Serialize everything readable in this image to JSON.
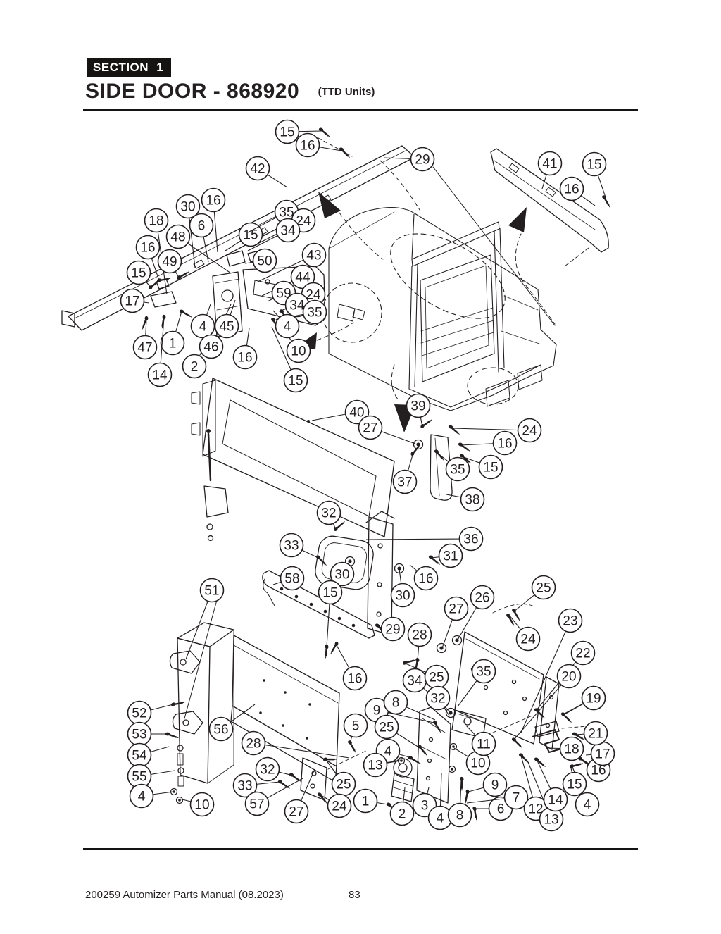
{
  "header": {
    "section_badge": "SECTION 1",
    "title": "SIDE DOOR - 868920",
    "subtitle": "(TTD Units)"
  },
  "footer": {
    "left_text": "200259 Automizer Parts Manual (08.2023)",
    "page_number": "83"
  },
  "diagram": {
    "ink_color": "#231f20",
    "balloon_radius": 16.5,
    "callouts": [
      [
        15,
        408,
        187,
        456,
        186
      ],
      [
        16,
        437,
        206,
        485,
        214
      ],
      [
        42,
        366,
        239,
        408,
        266
      ],
      [
        29,
        600,
        226,
        545,
        224
      ],
      [
        41,
        781,
        232,
        770,
        268
      ],
      [
        15,
        844,
        233,
        860,
        280
      ],
      [
        16,
        812,
        268,
        845,
        292
      ],
      [
        30,
        267,
        293,
        277,
        380
      ],
      [
        16,
        303,
        284,
        309,
        358
      ],
      [
        18,
        222,
        313,
        237,
        418
      ],
      [
        6,
        286,
        320,
        296,
        372
      ],
      [
        48,
        253,
        336,
        328,
        388
      ],
      [
        16,
        210,
        351,
        226,
        398
      ],
      [
        49,
        241,
        371,
        254,
        394
      ],
      [
        15,
        197,
        387,
        214,
        408
      ],
      [
        17,
        188,
        427,
        212,
        430
      ],
      [
        15,
        356,
        333,
        320,
        356
      ],
      [
        35,
        407,
        301,
        352,
        330
      ],
      [
        24,
        431,
        313,
        362,
        348
      ],
      [
        34,
        409,
        327,
        352,
        356
      ],
      [
        50,
        376,
        370,
        348,
        374
      ],
      [
        43,
        446,
        362,
        366,
        400
      ],
      [
        44,
        430,
        393,
        372,
        420
      ],
      [
        59,
        403,
        416,
        380,
        428
      ],
      [
        24,
        445,
        418,
        402,
        440
      ],
      [
        34,
        422,
        433,
        396,
        442
      ],
      [
        35,
        447,
        443,
        402,
        452
      ],
      [
        47,
        206,
        493,
        208,
        452
      ],
      [
        1,
        245,
        487,
        258,
        442
      ],
      [
        14,
        227,
        532,
        233,
        450
      ],
      [
        2,
        276,
        520,
        308,
        456
      ],
      [
        4,
        288,
        463,
        299,
        432
      ],
      [
        46,
        300,
        492,
        328,
        432
      ],
      [
        45,
        322,
        463,
        334,
        426
      ],
      [
        16,
        348,
        507,
        354,
        466
      ],
      [
        10,
        424,
        498,
        392,
        453
      ],
      [
        15,
        420,
        540,
        386,
        464
      ],
      [
        4,
        408,
        463,
        388,
        441
      ],
      [
        40,
        507,
        585,
        443,
        597
      ],
      [
        39,
        594,
        576,
        600,
        606
      ],
      [
        27,
        526,
        607,
        590,
        630
      ],
      [
        24,
        752,
        611,
        642,
        608
      ],
      [
        16,
        717,
        629,
        654,
        632
      ],
      [
        35,
        650,
        666,
        620,
        642
      ],
      [
        15,
        697,
        663,
        656,
        648
      ],
      [
        37,
        575,
        684,
        586,
        646
      ],
      [
        38,
        671,
        709,
        634,
        702
      ],
      [
        32,
        467,
        728,
        477,
        752
      ],
      [
        33,
        414,
        774,
        452,
        792
      ],
      [
        36,
        669,
        765,
        520,
        766
      ],
      [
        31,
        640,
        789,
        612,
        792
      ],
      [
        30,
        486,
        815,
        496,
        798
      ],
      [
        16,
        605,
        821,
        582,
        802
      ],
      [
        30,
        572,
        845,
        567,
        808
      ],
      [
        58,
        415,
        821,
        388,
        830
      ],
      [
        15,
        469,
        841,
        464,
        918
      ],
      [
        51,
        301,
        838,
        264,
        936
      ],
      [
        29,
        558,
        893,
        538,
        890
      ],
      [
        28,
        596,
        901,
        593,
        938
      ],
      [
        26,
        685,
        848,
        649,
        910
      ],
      [
        27,
        648,
        864,
        628,
        920
      ],
      [
        25,
        772,
        834,
        730,
        868
      ],
      [
        24,
        750,
        907,
        723,
        873
      ],
      [
        23,
        810,
        881,
        740,
        1040
      ],
      [
        22,
        828,
        927,
        762,
        1008
      ],
      [
        20,
        808,
        960,
        730,
        1050
      ],
      [
        19,
        843,
        991,
        800,
        1014
      ],
      [
        34,
        589,
        966,
        640,
        1011
      ],
      [
        25,
        620,
        961,
        576,
        942
      ],
      [
        35,
        687,
        953,
        650,
        1003
      ],
      [
        32,
        622,
        991,
        638,
        1016
      ],
      [
        16,
        504,
        963,
        478,
        916
      ],
      [
        52,
        198,
        1012,
        246,
        1000
      ],
      [
        53,
        198,
        1042,
        238,
        1042
      ],
      [
        54,
        198,
        1072,
        240,
        1060
      ],
      [
        55,
        198,
        1102,
        248,
        1094
      ],
      [
        4,
        201,
        1130,
        246,
        1124
      ],
      [
        10,
        287,
        1142,
        255,
        1134
      ],
      [
        56,
        314,
        1035,
        362,
        1000
      ],
      [
        28,
        360,
        1055,
        496,
        1076
      ],
      [
        32,
        380,
        1092,
        412,
        1100
      ],
      [
        33,
        348,
        1115,
        397,
        1110
      ],
      [
        57,
        365,
        1141,
        430,
        1105
      ],
      [
        27,
        421,
        1152,
        447,
        1092
      ],
      [
        25,
        488,
        1113,
        463,
        1079
      ],
      [
        24,
        482,
        1144,
        454,
        1128
      ],
      [
        5,
        505,
        1030,
        497,
        1054
      ],
      [
        9,
        535,
        1008,
        616,
        1026
      ],
      [
        8,
        562,
        997,
        618,
        1022
      ],
      [
        25,
        549,
        1032,
        595,
        1061
      ],
      [
        4,
        551,
        1066,
        581,
        1075
      ],
      [
        13,
        533,
        1086,
        569,
        1080
      ],
      [
        1,
        519,
        1137,
        551,
        1142
      ],
      [
        2,
        571,
        1155,
        575,
        1118
      ],
      [
        3,
        603,
        1143,
        609,
        1118
      ],
      [
        4,
        625,
        1161,
        627,
        1098
      ],
      [
        8,
        653,
        1157,
        655,
        1107
      ],
      [
        6,
        711,
        1148,
        675,
        1148
      ],
      [
        7,
        733,
        1132,
        663,
        1140
      ],
      [
        9,
        703,
        1114,
        665,
        1124
      ],
      [
        10,
        679,
        1083,
        645,
        1062
      ],
      [
        11,
        687,
        1056,
        662,
        1030
      ],
      [
        12,
        761,
        1148,
        740,
        1073
      ],
      [
        13,
        783,
        1163,
        750,
        1082
      ],
      [
        14,
        789,
        1135,
        762,
        1078
      ],
      [
        4,
        834,
        1142,
        813,
        1089
      ],
      [
        15,
        816,
        1113,
        810,
        1086
      ],
      [
        16,
        850,
        1093,
        825,
        1077
      ],
      [
        17,
        856,
        1070,
        832,
        1072
      ],
      [
        18,
        812,
        1063,
        778,
        1062
      ],
      [
        21,
        846,
        1041,
        817,
        1043
      ],
      [
        19,
        843,
        991,
        800,
        1015
      ]
    ]
  }
}
